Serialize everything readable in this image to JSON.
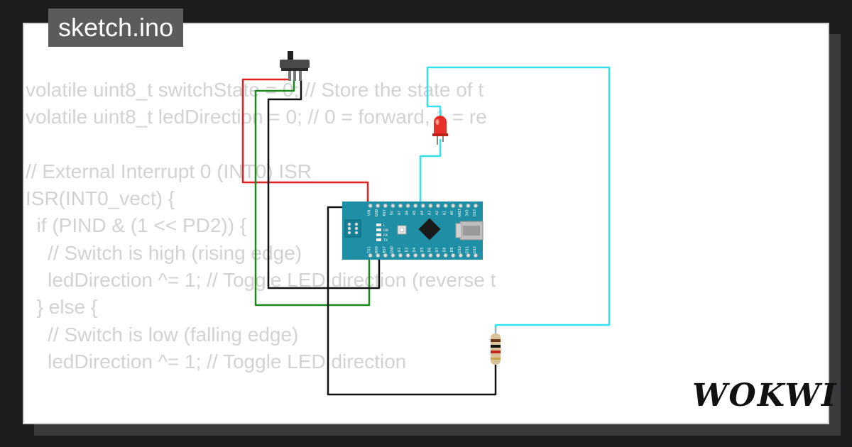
{
  "project": {
    "file_name": "sketch.ino"
  },
  "brand": {
    "logo_text": "WOKWI"
  },
  "editor": {
    "code_lines": [
      "volatile uint8_t switchState = 0; // Store the state of t",
      "volatile uint8_t ledDirection = 0; // 0 = forward, 1 = re",
      "",
      "// External Interrupt 0 (INT0) ISR",
      "ISR(INT0_vect) {",
      "  if (PIND & (1 << PD2)) {",
      "    // Switch is high (rising edge)",
      "    ledDirection ^= 1; // Toggle LED direction (reverse t",
      "  } else {",
      "    // Switch is low (falling edge)",
      "    ledDirection ^= 1; // Toggle LED direction"
    ]
  },
  "board": {
    "name": "Arduino Nano",
    "top_pins": [
      "D12",
      "D11",
      "D10",
      "D9",
      "D8",
      "D7",
      "D6",
      "D5",
      "D4",
      "D3",
      "D2",
      "GND",
      "RST",
      "RX0",
      "TX1"
    ],
    "bottom_pins": [
      "D13",
      "3V3",
      "AREF",
      "A0",
      "A1",
      "A2",
      "A3",
      "A4",
      "A5",
      "A6",
      "A7",
      "5V",
      "RST",
      "GND",
      "VIN"
    ],
    "leds": [
      "TX",
      "RX",
      "ON",
      "L"
    ]
  },
  "components": {
    "switch": "slide-switch",
    "led": "red-led",
    "resistor": "resistor"
  },
  "colors": {
    "background": "#1c1c1e",
    "canvas": "#ffffff",
    "board": "#1f8fa6",
    "wire_red": "#e02020",
    "wire_green": "#1a8a1a",
    "wire_black": "#111111",
    "wire_cyan": "#33e0f0",
    "led": "#e8302a"
  }
}
